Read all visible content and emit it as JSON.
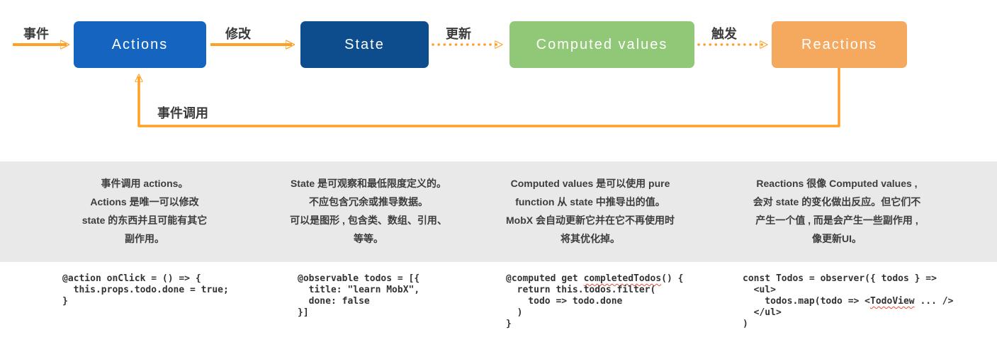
{
  "flow": {
    "arrow_color": "#ffa026",
    "band_color": "#e9e9e9",
    "event_label": "事件",
    "loop_label": "事件调用",
    "arrow_labels": [
      "修改",
      "更新",
      "触发"
    ],
    "boxes": [
      {
        "label": "Actions",
        "color": "#1565c0"
      },
      {
        "label": "State",
        "color": "#0e4d8d"
      },
      {
        "label": "Computed values",
        "color": "#90c878"
      },
      {
        "label": "Reactions",
        "color": "#f5a95f"
      }
    ]
  },
  "descriptions": [
    {
      "text": "事件调用 actions。\nActions 是唯一可以修改\nstate 的东西并且可能有其它\n副作用。"
    },
    {
      "text": "State 是可观察和最低限度定义的。\n不应包含冗余或推导数据。\n可以是图形 , 包含类、数组、引用、\n等等。"
    },
    {
      "text": "Computed values 是可以使用 pure\nfunction 从 state 中推导出的值。\nMobX 会自动更新它并在它不再使用时\n将其优化掉。"
    },
    {
      "text": "Reactions 很像 Computed values ,\n会对 state 的变化做出反应。但它们不\n产生一个值 , 而是会产生一些副作用 ,\n像更新UI。"
    }
  ],
  "code_snippets": [
    {
      "code": "@action onClick = () => {\n  this.props.todo.done = true;\n}",
      "misspelled": ""
    },
    {
      "code": "@observable todos = [{\n  title: \"learn MobX\",\n  done: false\n}]",
      "misspelled": ""
    },
    {
      "code": "@computed get completedTodos() {\n  return this.todos.filter(\n    todo => todo.done\n  )\n}",
      "misspelled": "completedTodos"
    },
    {
      "code": "const Todos = observer({ todos } =>\n  <ul>\n    todos.map(todo => <TodoView ... />\n  </ul>\n)",
      "misspelled": "TodoView"
    }
  ]
}
